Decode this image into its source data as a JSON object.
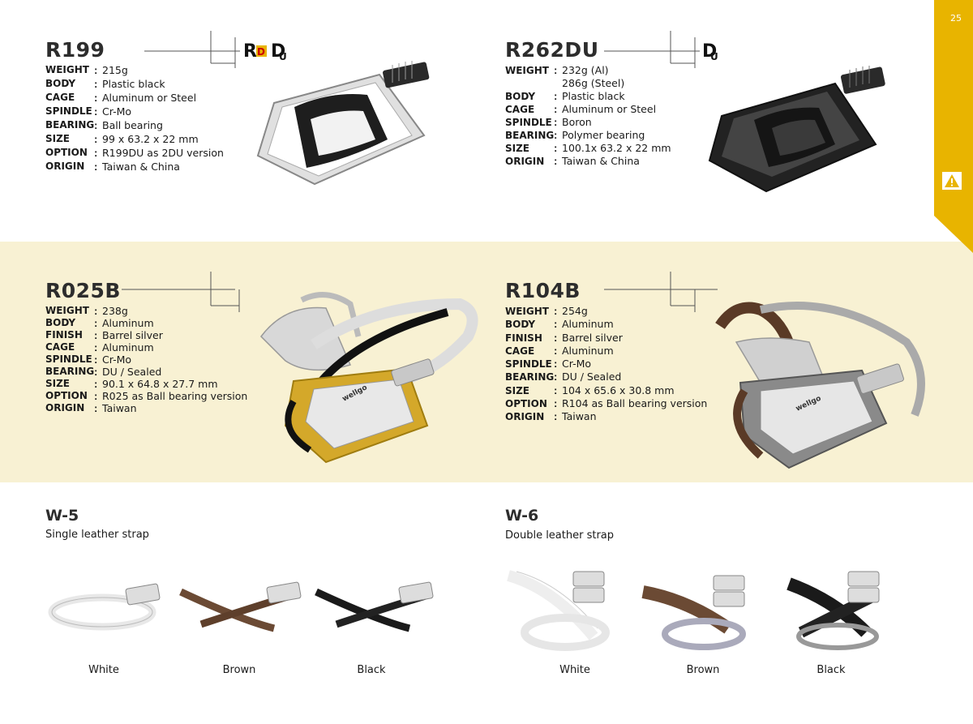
{
  "page": {
    "number": "25"
  },
  "products": [
    {
      "model": "R199",
      "specs": [
        {
          "k": "WEIGHT",
          "v": "215g"
        },
        {
          "k": "BODY",
          "v": "Plastic black"
        },
        {
          "k": "CAGE",
          "v": "Aluminum or Steel"
        },
        {
          "k": "SPINDLE",
          "v": "Cr-Mo"
        },
        {
          "k": "BEARING",
          "v": "Ball bearing"
        },
        {
          "k": "SIZE",
          "v": "99 x 63.2 x 22 mm"
        },
        {
          "k": "OPTION",
          "v": "R199DU as 2DU version"
        },
        {
          "k": "ORIGIN",
          "v": "Taiwan & China"
        }
      ]
    },
    {
      "model": "R262DU",
      "specs": [
        {
          "k": "WEIGHT",
          "v": "232g (Al)"
        },
        {
          "k": "",
          "v": "286g (Steel)"
        },
        {
          "k": "BODY",
          "v": "Plastic black"
        },
        {
          "k": "CAGE",
          "v": "Aluminum or Steel"
        },
        {
          "k": "SPINDLE",
          "v": "Boron"
        },
        {
          "k": "BEARING",
          "v": "Polymer bearing"
        },
        {
          "k": "SIZE",
          "v": "100.1x 63.2 x 22 mm"
        },
        {
          "k": "ORIGIN",
          "v": "Taiwan & China"
        }
      ]
    },
    {
      "model": "R025B",
      "specs": [
        {
          "k": "WEIGHT",
          "v": "238g"
        },
        {
          "k": "BODY",
          "v": "Aluminum"
        },
        {
          "k": "FINISH",
          "v": "Barrel silver"
        },
        {
          "k": "CAGE",
          "v": "Aluminum"
        },
        {
          "k": "SPINDLE",
          "v": "Cr-Mo"
        },
        {
          "k": "BEARING",
          "v": "DU / Sealed"
        },
        {
          "k": "SIZE",
          "v": "90.1 x 64.8 x 27.7 mm"
        },
        {
          "k": "OPTION",
          "v": "R025 as Ball bearing version"
        },
        {
          "k": "ORIGIN",
          "v": "Taiwan"
        }
      ]
    },
    {
      "model": "R104B",
      "specs": [
        {
          "k": "WEIGHT",
          "v": "254g"
        },
        {
          "k": "BODY",
          "v": "Aluminum"
        },
        {
          "k": "FINISH",
          "v": "Barrel silver"
        },
        {
          "k": "CAGE",
          "v": "Aluminum"
        },
        {
          "k": "SPINDLE",
          "v": "Cr-Mo"
        },
        {
          "k": "BEARING",
          "v": "DU / Sealed"
        },
        {
          "k": "SIZE",
          "v": "104 x 65.6 x 30.8 mm"
        },
        {
          "k": "OPTION",
          "v": "R104 as Ball bearing version"
        },
        {
          "k": "ORIGIN",
          "v": "Taiwan"
        }
      ]
    }
  ],
  "straps": [
    {
      "title": "W-5",
      "subtitle": "Single leather strap",
      "colors": [
        "White",
        "Brown",
        "Black"
      ]
    },
    {
      "title": "W-6",
      "subtitle": "Double leather strap",
      "colors": [
        "White",
        "Brown",
        "Black"
      ]
    }
  ],
  "brand_marks": {
    "pedal_logo": "wellgo"
  },
  "colors": {
    "accent": "#e8b400",
    "band": "#f8f1d3"
  },
  "icons": [
    "warning-icon",
    "rd-logo",
    "du-logo"
  ]
}
